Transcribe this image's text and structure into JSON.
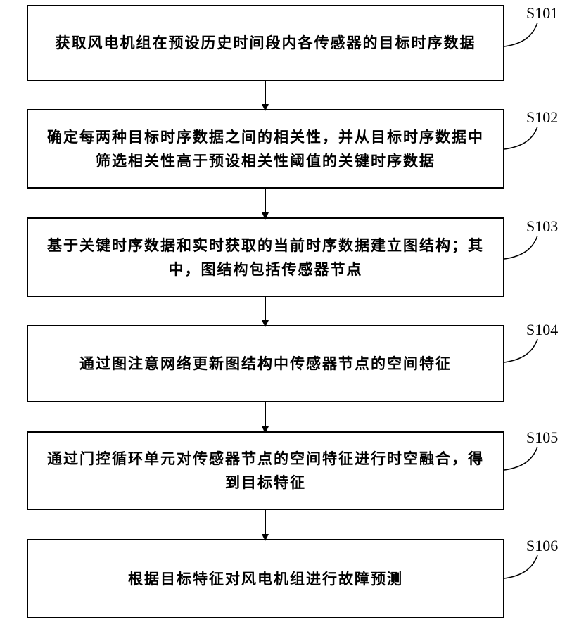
{
  "steps": [
    {
      "id": "S101",
      "text": "获取风电机组在预设历史时间段内各传感器的目标时序数据"
    },
    {
      "id": "S102",
      "text": "确定每两种目标时序数据之间的相关性，并从目标时序数据中筛选相关性高于预设相关性阈值的关键时序数据"
    },
    {
      "id": "S103",
      "text": "基于关键时序数据和实时获取的当前时序数据建立图结构；其中，图结构包括传感器节点"
    },
    {
      "id": "S104",
      "text": "通过图注意网络更新图结构中传感器节点的空间特征"
    },
    {
      "id": "S105",
      "text": "通过门控循环单元对传感器节点的空间特征进行时空融合，得到目标特征"
    },
    {
      "id": "S106",
      "text": "根据目标特征对风电机组进行故障预测"
    }
  ]
}
